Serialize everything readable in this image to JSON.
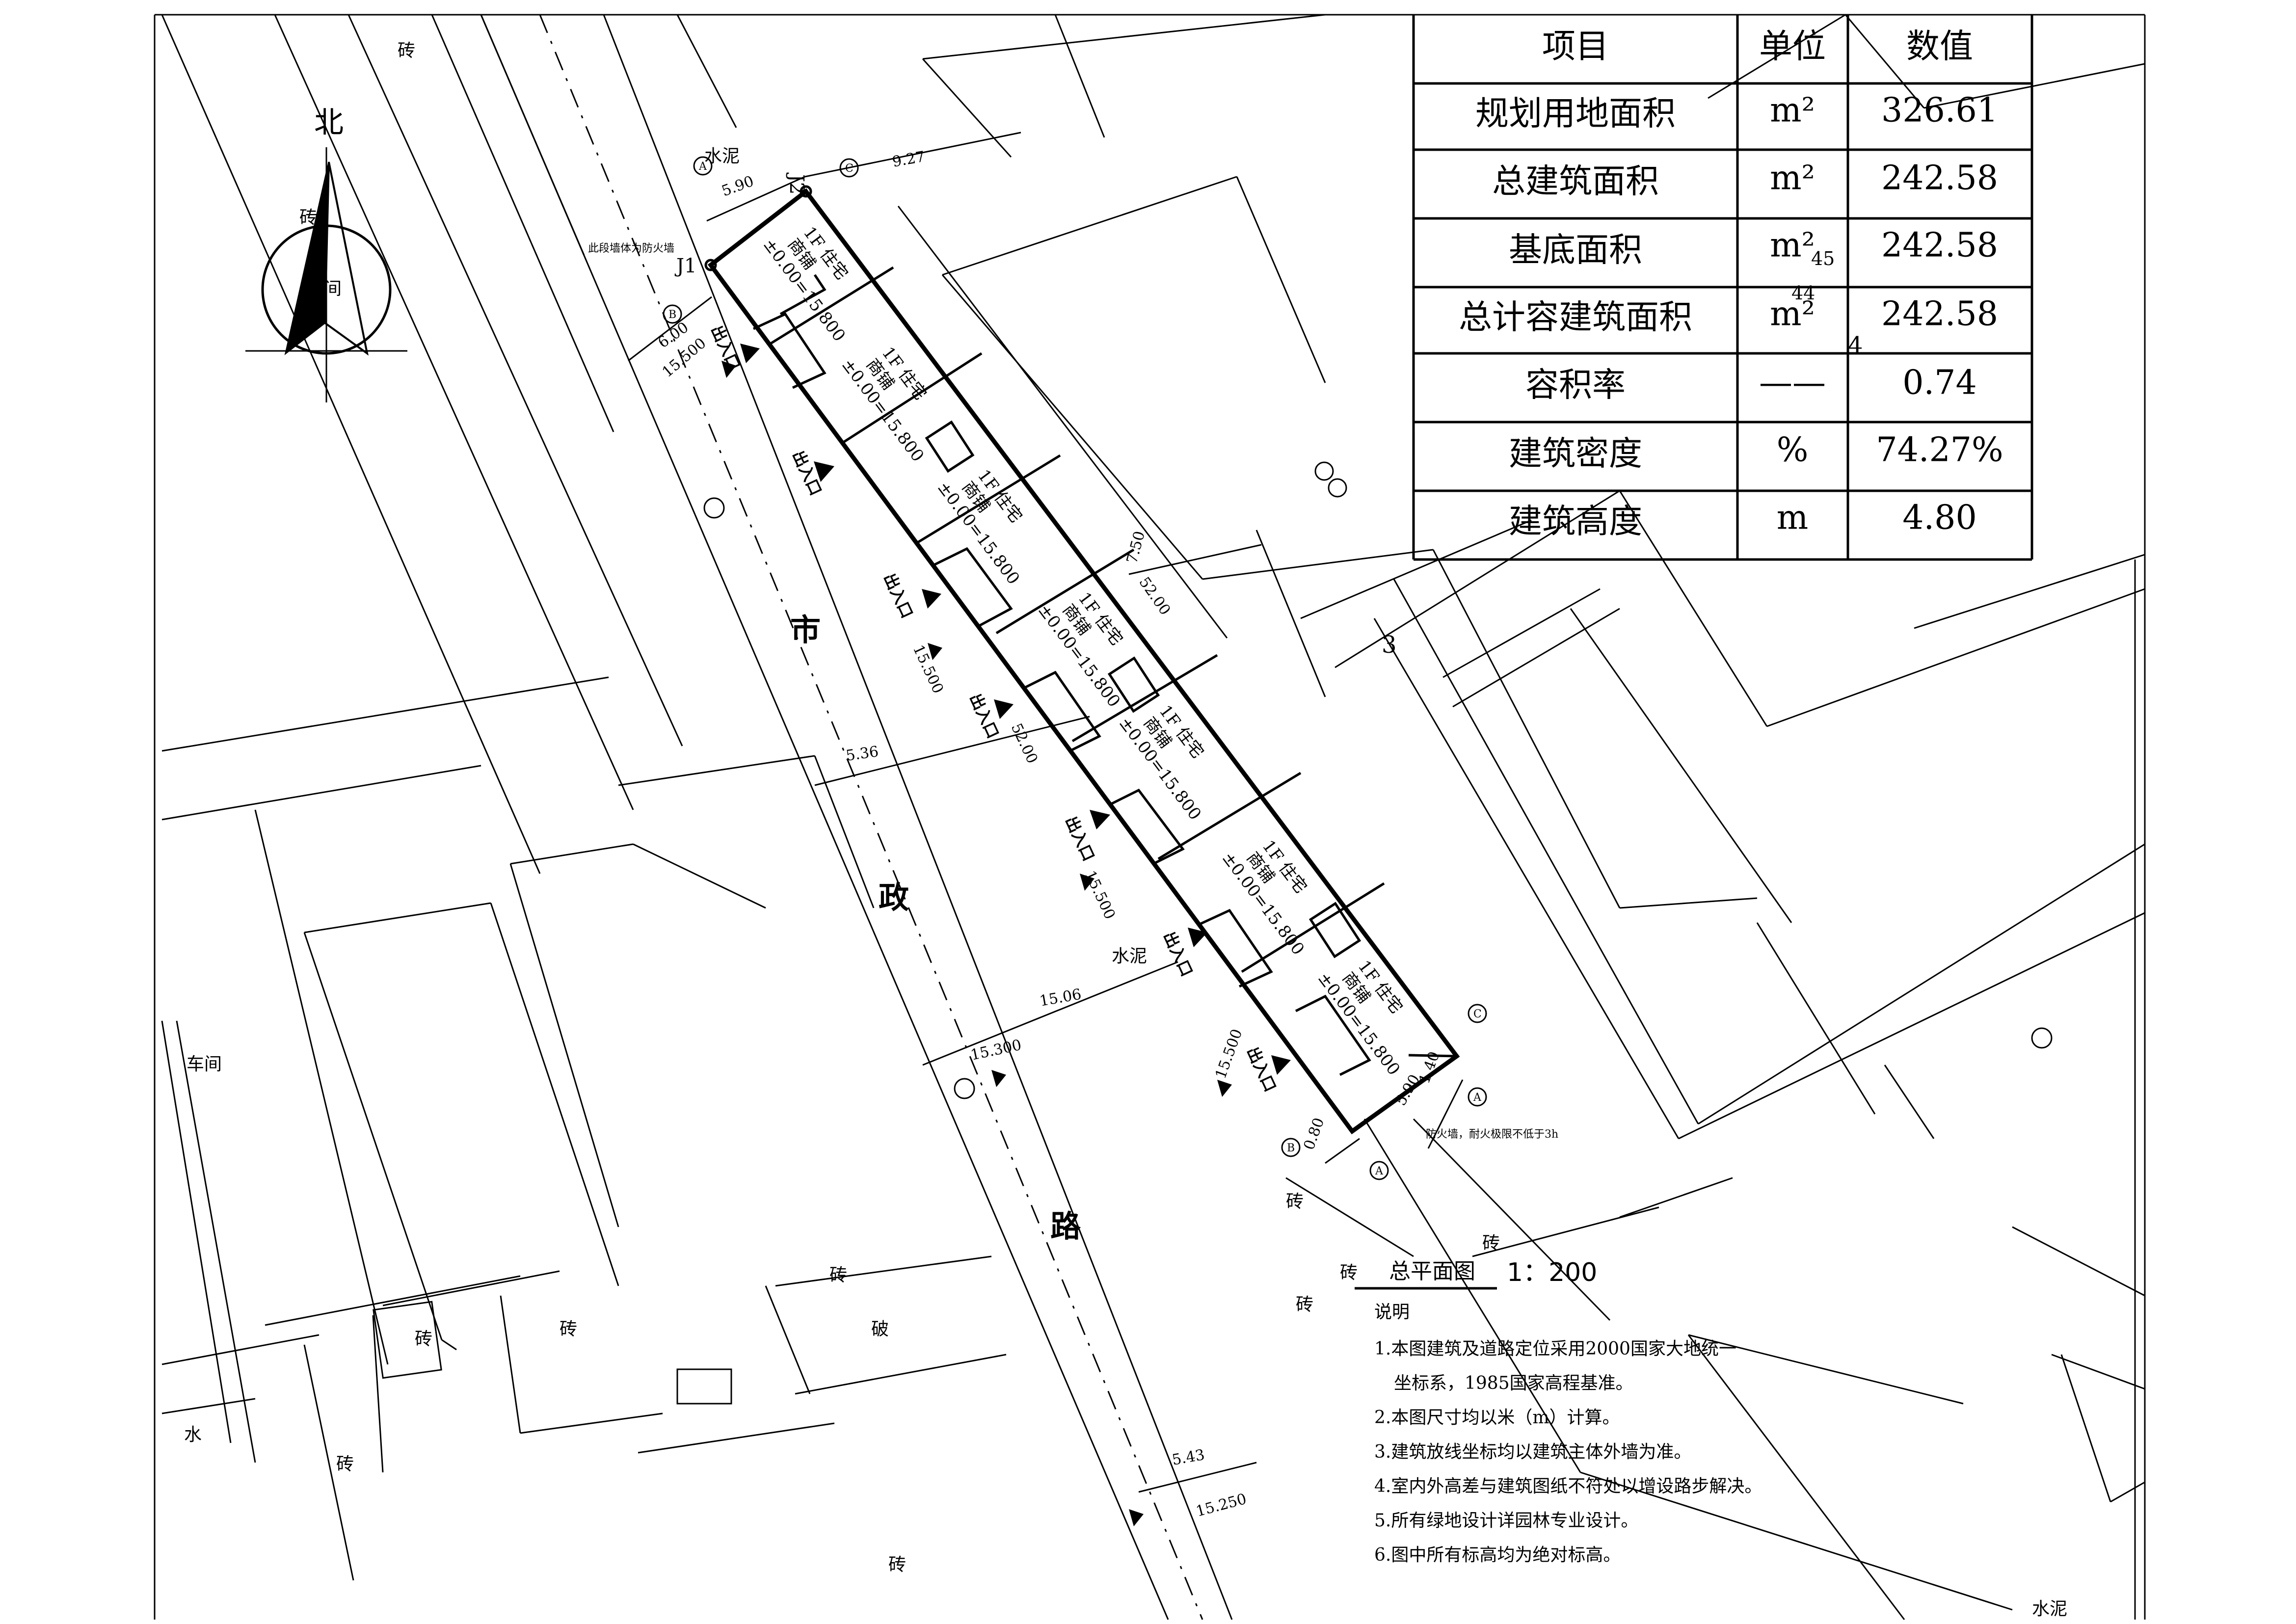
{
  "north_label": "北",
  "table": {
    "headers": [
      "项目",
      "单位",
      "数值"
    ],
    "rows": [
      [
        "规划用地面积",
        "m²",
        "326.61"
      ],
      [
        "总建筑面积",
        "m²",
        "242.58"
      ],
      [
        "基底面积",
        "m²",
        "242.58"
      ],
      [
        "总计容建筑面积",
        "m²",
        "242.58"
      ],
      [
        "容积率",
        "——",
        "0.74"
      ],
      [
        "建筑密度",
        "%",
        "74.27%"
      ],
      [
        "建筑高度",
        "m",
        "4.80"
      ]
    ]
  },
  "title": {
    "text": "总平面图",
    "scale": "1：200"
  },
  "notes": {
    "heading": "说明",
    "lines": [
      "1.本图建筑及道路定位采用2000国家大地统一",
      "坐标系，1985国家高程基准。",
      "2.本图尺寸均以米（m）计算。",
      "3.建筑放线坐标均以建筑主体外墙为准。",
      "4.室内外高差与建筑图纸不符处以增设路步解决。",
      "5.所有绿地设计详园林专业设计。",
      "6.图中所有标高均为绝对标高。"
    ]
  },
  "road": {
    "c1": "市",
    "c2": "政",
    "c3": "路"
  },
  "units": [
    {
      "name": "1F 住宅",
      "type": "商铺",
      "elev": "±0.00=15.800"
    },
    {
      "name": "1F 住宅",
      "type": "商铺",
      "elev": "±0.00=15.800"
    },
    {
      "name": "1F 住宅",
      "type": "商铺",
      "elev": "±0.00=15.800"
    },
    {
      "name": "1F 住宅",
      "type": "商铺",
      "elev": "±0.00=15.800"
    },
    {
      "name": "1F 住宅",
      "type": "商铺",
      "elev": "±0.00=15.800"
    },
    {
      "name": "1F 住宅",
      "type": "商铺",
      "elev": "±0.00=15.800"
    },
    {
      "name": "1F 住宅",
      "type": "商铺",
      "elev": "±0.00=15.800"
    }
  ],
  "entrance": "出入口",
  "dims": {
    "d590a": "5.90",
    "d927": "9.27",
    "d600": "6.00",
    "d5200a": "52.00",
    "d750": "7.50",
    "d5200b": "52.00",
    "d536": "5.36",
    "d1506": "15.06",
    "d590b": "5.90",
    "d080": "0.80",
    "d140": "1.40",
    "d543": "5.43"
  },
  "elevations": {
    "e1": "15.500",
    "e2": "15.500",
    "e3": "15.500",
    "e4": "15.500",
    "e5": "15.300",
    "e6": "15.250"
  },
  "points": {
    "j1": "J1",
    "j2": "J2"
  },
  "axes": {
    "a1": "A",
    "a2": "A",
    "a3": "A",
    "b1": "B",
    "b2": "B",
    "c1": "C",
    "c2": "C"
  },
  "annotations": {
    "firewall_top": "此段墙体为防火墙",
    "firewall_bottom": "防火墙，耐火极限不低于3h"
  },
  "site_labels": {
    "brick_1": "砖",
    "brick_2": "砖",
    "brick_3": "砖",
    "brick_4": "砖",
    "brick_5": "砖",
    "brick_6": "砖",
    "brick_7": "砖",
    "brick_8": "砖",
    "brick_9": "砖",
    "brick_10": "砖",
    "broken": "破",
    "water": "水",
    "workshop": "车间",
    "room": "间",
    "cement_1": "水泥",
    "cement_2": "水泥",
    "cement_3": "水泥",
    "num_3": "3",
    "num_4": "4",
    "num_45": "45",
    "num_44": "44"
  }
}
